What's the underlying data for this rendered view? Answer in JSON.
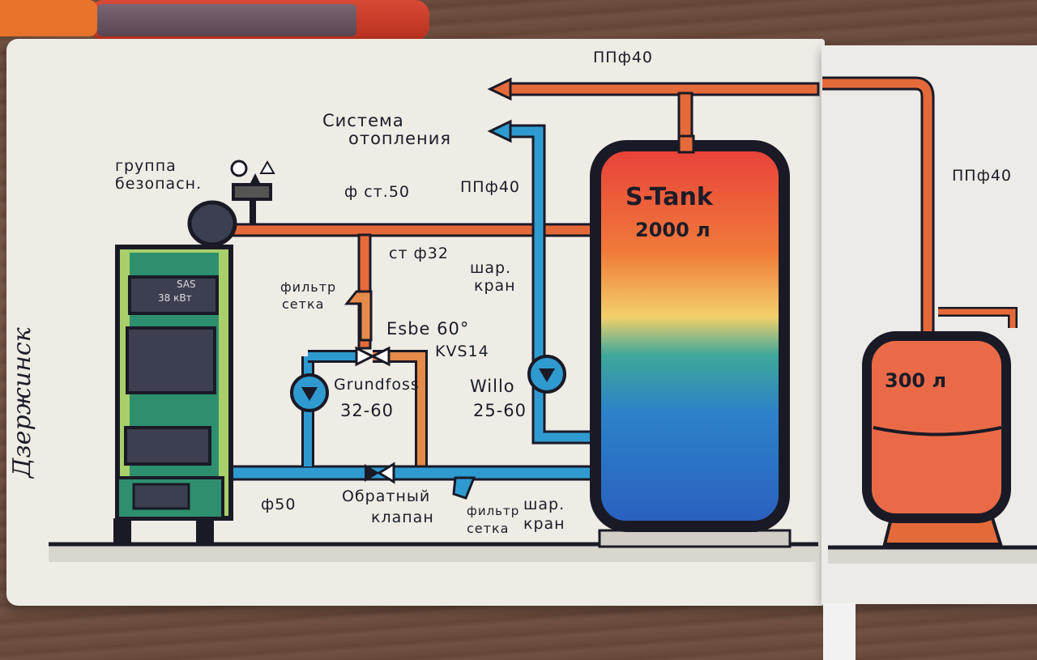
{
  "diagram": {
    "title_vertical": "Дзержинск",
    "boiler": {
      "brand": "SAS",
      "power": "38 кВт"
    },
    "safety_group": {
      "label_line1": "группа",
      "label_line2": "безопасн."
    },
    "heating_system": {
      "label_line1": "Система",
      "label_line2": "отопления"
    },
    "pipes": {
      "supply_main": "ф ст.50",
      "branch": "ст ф32",
      "heating_riser": "ППф40",
      "top_pipe": "ППф40",
      "right_pipe": "ППф40",
      "return_main": "ф50"
    },
    "components": {
      "filter_top": {
        "line1": "фильтр",
        "line2": "сетка"
      },
      "ball_valve_top": {
        "line1": "шар.",
        "line2": "кран"
      },
      "mixing_valve": {
        "line1": "Esbe 60°",
        "line2": "KVS14"
      },
      "pump_left": {
        "line1": "Grundfoss",
        "line2": "32-60"
      },
      "pump_right": {
        "line1": "Willo",
        "line2": "25-60"
      },
      "check_valve": {
        "line1": "Обратный",
        "line2": "клапан"
      },
      "filter_bottom": {
        "line1": "фильтр",
        "line2": "сетка"
      },
      "ball_valve_bottom": {
        "line1": "шар.",
        "line2": "кран"
      }
    },
    "buffer_tank": {
      "name": "S-Tank",
      "volume": "2000 л"
    },
    "dhw_tank": {
      "volume": "300 л"
    }
  },
  "colors": {
    "hot": "#e0523a",
    "cold": "#2f86c4",
    "outline": "#1a1a26",
    "boiler_green": "#2e8f6e",
    "boiler_light": "#a8cf6a",
    "paper": "#efece6"
  }
}
